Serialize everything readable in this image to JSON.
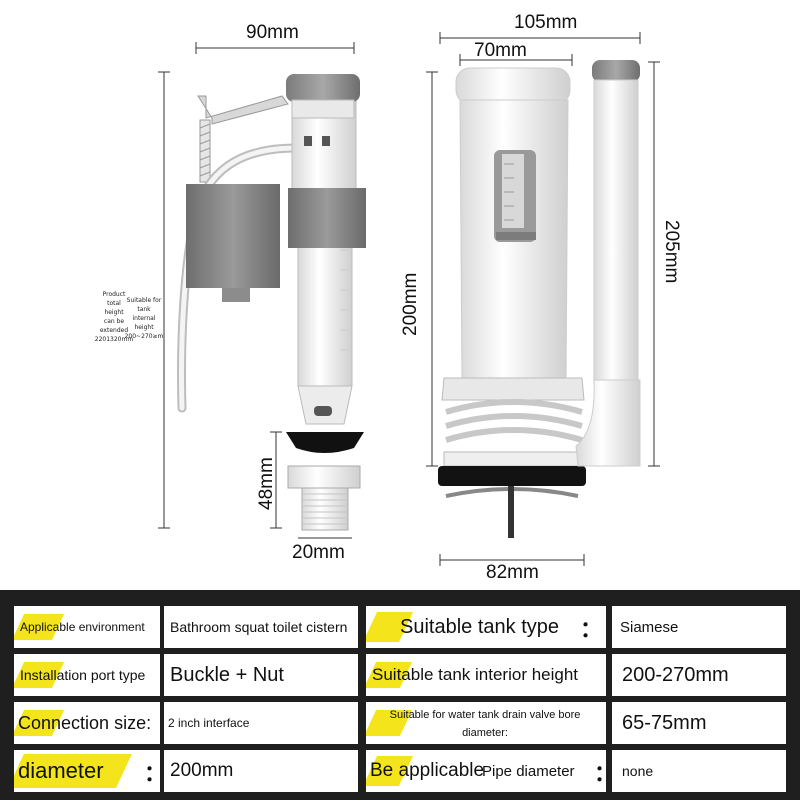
{
  "dimensions": {
    "valve_width": "90mm",
    "valve_port_height": "48mm",
    "valve_port_width": "20mm",
    "drain_total_width": "105mm",
    "drain_top_width": "70mm",
    "drain_height": "200mm",
    "overflow_height": "205mm",
    "drain_bottom_width": "82mm"
  },
  "notes": {
    "product_height": [
      "Product",
      "total",
      "height",
      "can be",
      "extended",
      "2201320mm"
    ],
    "suitable_height": [
      "Suitable for",
      "tank",
      "internal",
      "height",
      "200~270≥m"
    ]
  },
  "specs": {
    "left": [
      {
        "label": "Applicable environment",
        "value": "Bathroom squat toilet cistern"
      },
      {
        "label": "Installation port type",
        "value": "Buckle + Nut"
      },
      {
        "label": "Connection size:",
        "value": "2 inch interface"
      },
      {
        "label": "diameter",
        "value": "200mm"
      }
    ],
    "right": [
      {
        "label": "Suitable tank type",
        "value": "Siamese"
      },
      {
        "label": "Suitable tank interior height",
        "value": "200-270mm"
      },
      {
        "label": "Suitable for water tank drain valve bore diameter:",
        "value": "65-75mm"
      },
      {
        "label": "Be applicable",
        "label_overlap": "Pipe diameter",
        "value": "none"
      }
    ],
    "colon": "："
  },
  "colors": {
    "accent_yellow": "#f3e41c",
    "panel_dark": "#1f1f1f",
    "valve_gray": "#8a8a8a",
    "body_white": "#f2f2f2"
  }
}
